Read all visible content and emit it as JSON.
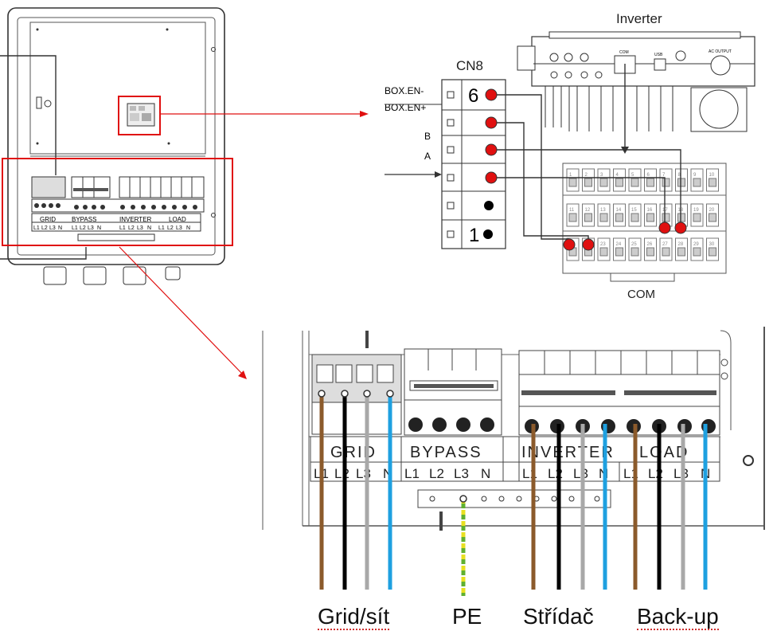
{
  "inverter_title": "Inverter",
  "cn8_title": "CN8",
  "com_title": "COM",
  "cn8_pins": {
    "top": "6",
    "bottom": "1"
  },
  "signals": [
    "BOX.EN-",
    "BOX.EN+",
    "B",
    "A"
  ],
  "box_terminal_labels": {
    "groups": [
      "GRID",
      "BYPASS",
      "INVERTER",
      "LOAD"
    ],
    "phases": [
      "L1",
      "L2",
      "L3",
      "N"
    ]
  },
  "zoom_terminal_labels": {
    "groups": [
      "GRID",
      "BYPASS",
      "INVERTER",
      "LOAD"
    ],
    "phases": [
      "L1",
      "L2",
      "L3",
      "N"
    ]
  },
  "com_numbers": [
    "1",
    "2",
    "3",
    "4",
    "5",
    "6",
    "7",
    "8",
    "9",
    "10",
    "11",
    "12",
    "13",
    "14",
    "15",
    "16",
    "17",
    "18",
    "19",
    "20",
    "21",
    "22",
    "23",
    "24",
    "25",
    "26",
    "27",
    "28",
    "29",
    "30"
  ],
  "inverter_ports": [
    "COM",
    "USB",
    "AC OUTPUT"
  ],
  "bottom_labels": [
    "Grid/sít",
    "PE",
    "Střídač",
    "Back-up"
  ],
  "colors": {
    "red": "#e01010",
    "brown": "#8b5a2b",
    "black": "#000000",
    "grey": "#a8a8a8",
    "blue": "#1ea0e0",
    "pe_yellow": "#e8e020",
    "pe_green": "#60b030"
  }
}
